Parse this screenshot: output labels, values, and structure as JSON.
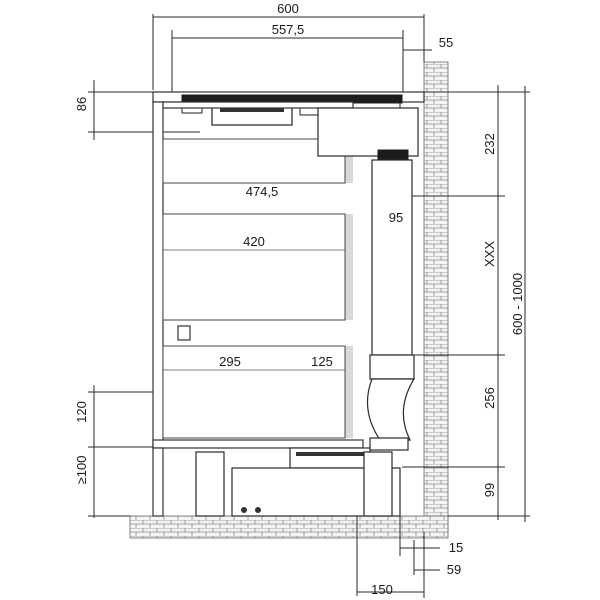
{
  "diagram": {
    "dimensions": {
      "overall_width": "600",
      "hob_width": "557,5",
      "rear_gap": "55",
      "hob_height": "86",
      "top_drawer_to_duct": "232",
      "drawer_depth": "474,5",
      "duct_width": "95",
      "variable_height": "XXX",
      "worktop_height": "600 - 1000",
      "inner_drawer_depth": "420",
      "lower_left": "295",
      "lower_right": "125",
      "plinth_section": "256",
      "lower_drawer_offset": "120",
      "plinth_min": "≥100",
      "unit_height": "99",
      "rear_offset_small": "15",
      "rear_offset_mid": "59",
      "rear_offset_large": "150"
    }
  }
}
